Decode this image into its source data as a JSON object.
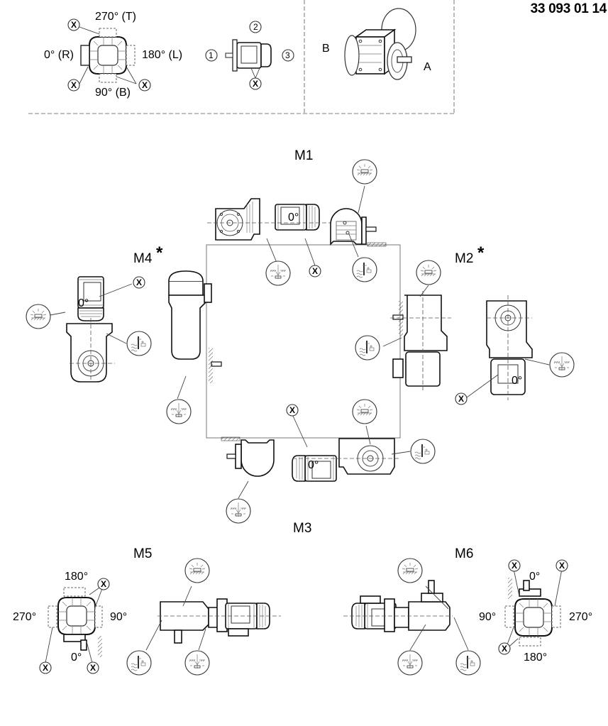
{
  "document_number": "33 093 01 14",
  "legend": {
    "terminal_box_positions": {
      "top": "270° (T)",
      "right_side": "0° (R)",
      "left_side": "180° (L)",
      "bottom": "90° (B)"
    },
    "cable_entry_positions": [
      "1",
      "2",
      "3"
    ],
    "marker": "X",
    "shaft_sides": {
      "b": "B",
      "a": "A"
    }
  },
  "mounting_positions": {
    "m1": {
      "label": "M1",
      "terminal": "0°"
    },
    "m2": {
      "label": "M2",
      "star": "*",
      "terminal": "0°"
    },
    "m3": {
      "label": "M3",
      "terminal": "0°"
    },
    "m4": {
      "label": "M4",
      "star": "*",
      "terminal": "0°"
    },
    "m5": {
      "label": "M5",
      "angles": {
        "top": "180°",
        "left": "270°",
        "right": "90°",
        "bottom": "0°"
      }
    },
    "m6": {
      "label": "M6",
      "angles": {
        "top": "0°",
        "left": "90°",
        "right": "270°",
        "bottom": "180°"
      }
    }
  },
  "symbols": {
    "vent": "vent-symbol",
    "oil_level": "oil-level-symbol",
    "drain": "oil-drain-symbol"
  }
}
